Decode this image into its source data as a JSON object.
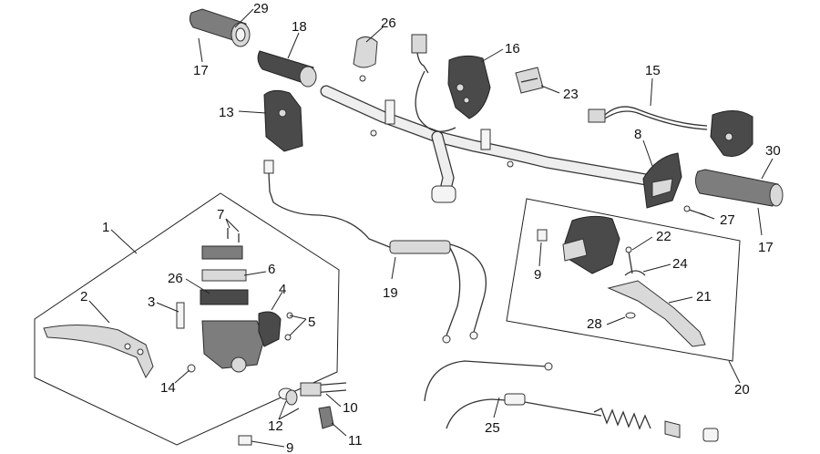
{
  "callouts": {
    "c29": "29",
    "c17a": "17",
    "c18": "18",
    "c26a": "26",
    "c16": "16",
    "c23": "23",
    "c15": "15",
    "c13": "13",
    "c8": "8",
    "c30": "30",
    "c27": "27",
    "c17b": "17",
    "c1": "1",
    "c7": "7",
    "c26b": "26",
    "c6": "6",
    "c2": "2",
    "c3": "3",
    "c4": "4",
    "c5": "5",
    "c14": "14",
    "c19": "19",
    "c22": "22",
    "c9a": "9",
    "c24": "24",
    "c21": "21",
    "c28": "28",
    "c20": "20",
    "c10": "10",
    "c12": "12",
    "c11": "11",
    "c9b": "9",
    "c25": "25"
  }
}
